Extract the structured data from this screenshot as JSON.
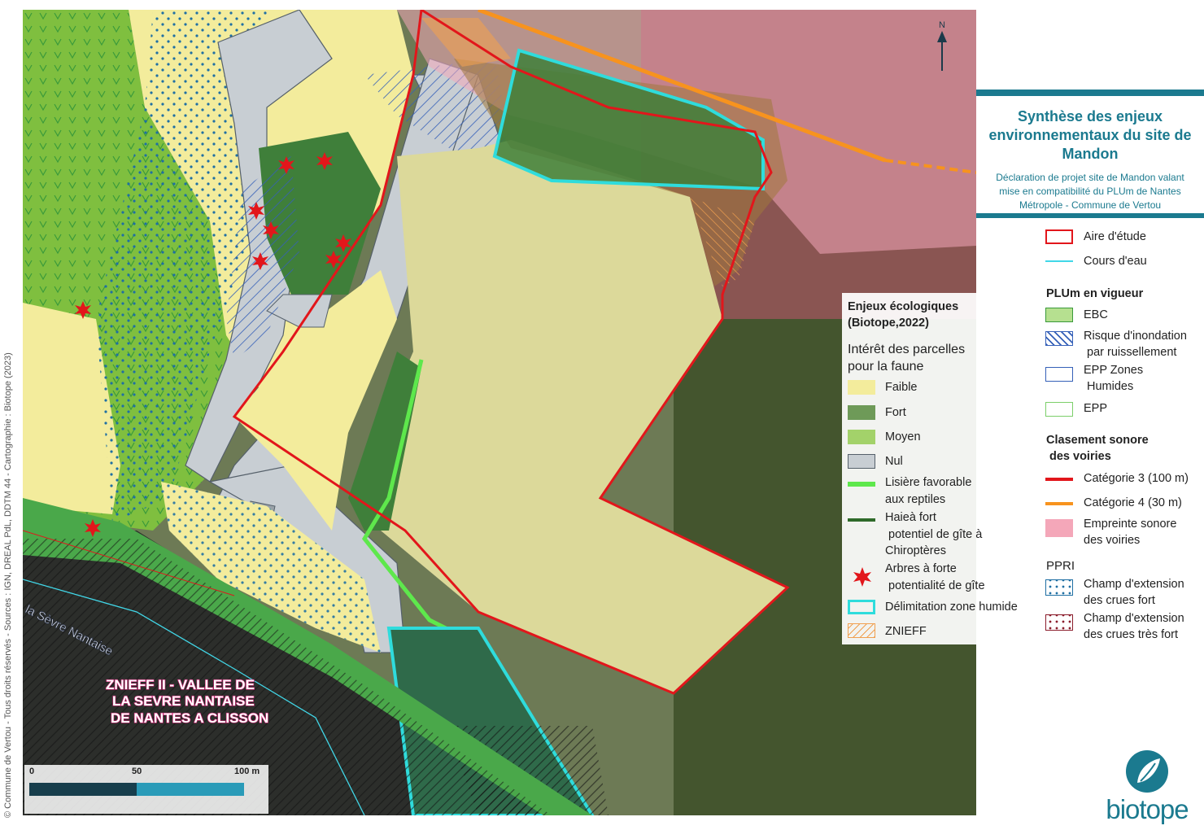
{
  "panel": {
    "title_lines": [
      "Synthèse des enjeux",
      "environnementaux du site de",
      "Mandon"
    ],
    "subtitle_lines": [
      "Déclaration de projet site de Mandon valant",
      "mise en compatibilité du PLUm de Nantes",
      "Métropole - Commune de Vertou"
    ]
  },
  "legend_right": {
    "aire": "Aire d'étude",
    "cours": "Cours d'eau",
    "plum_head": "PLUm en vigueur",
    "ebc": "EBC",
    "risque1": "Risque d'inondation",
    "risque2": "par ruissellement",
    "epp_zh1": "EPP Zones",
    "epp_zh2": "Humides",
    "epp": "EPP",
    "sonore_head1": "Clasement sonore",
    "sonore_head2": "des voiries",
    "cat3": "Catégorie 3 (100 m)",
    "cat4": "Catégorie 4 (30 m)",
    "empreinte1": "Empreinte sonore",
    "empreinte2": "des voiries",
    "ppri_head": "PPRI",
    "crues_fort1": "Champ d'extension",
    "crues_fort2": "des crues fort",
    "crues_tfort1": "Champ d'extension",
    "crues_tfort2": "des crues très fort"
  },
  "legend_map": {
    "head1": "Enjeux écologiques",
    "head2": "(Biotope,2022)",
    "sub1": "Intérêt des parcelles",
    "sub2": "pour la faune",
    "faible": "Faible",
    "fort": "Fort",
    "moyen": "Moyen",
    "nul": "Nul",
    "lisiere1": "Lisière favorable",
    "lisiere2": "aux reptiles",
    "haie1": "Haieà fort",
    "haie2": "potentiel de gîte à",
    "haie3": "Chiroptères",
    "arbres1": "Arbres à forte",
    "arbres2": "potentialité de gîte",
    "delim": "Délimitation zone humide",
    "znieff": "ZNIEFF"
  },
  "map_labels": {
    "river": "la Sèvre Nantaise",
    "znieff_lines": [
      "ZNIEFF II - VALLEE DE",
      "LA SEVRE NANTAISE",
      "DE NANTES A CLISSON"
    ]
  },
  "scale": {
    "t0": "0",
    "t50": "50",
    "t100": "100 m"
  },
  "credit": "© Commune de Vertou - Tous droits réservés - Sources : IGN, DREAL PdL, DDTM 44 - Cartographie : Biotope (2023)",
  "logo_text": "biotope",
  "north": "N",
  "colors": {
    "accent": "#1b7a8f",
    "faible": "#f3ec9c",
    "fort": "#3f7f3a",
    "moyen": "#8dc63f",
    "nul": "#c8ced3",
    "aire": "#e2161b",
    "cat4": "#f7931e",
    "empreinte": "#f4a7b9"
  }
}
